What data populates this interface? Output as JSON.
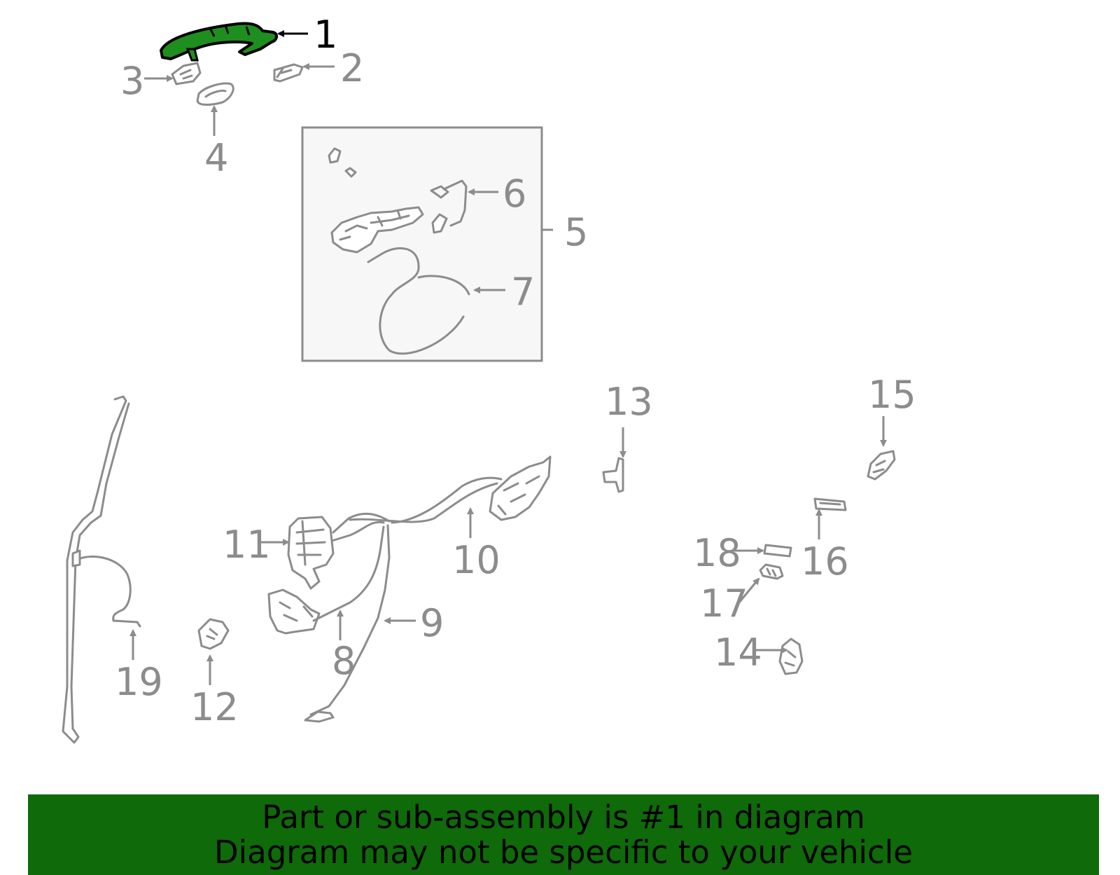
{
  "callouts": [
    "1",
    "2",
    "3",
    "4",
    "5",
    "6",
    "7",
    "8",
    "9",
    "10",
    "11",
    "12",
    "13",
    "14",
    "15",
    "16",
    "17",
    "18",
    "19"
  ],
  "highlighted_part": "1",
  "colors": {
    "highlight": "#1e8f1e",
    "banner": "#0f6a0a",
    "line": "#8c8c8c",
    "box_fill": "#f7f7f7"
  },
  "banner": {
    "line1": "Part or sub-assembly is #1 in diagram",
    "line2": "Diagram may not be specific to your vehicle"
  }
}
